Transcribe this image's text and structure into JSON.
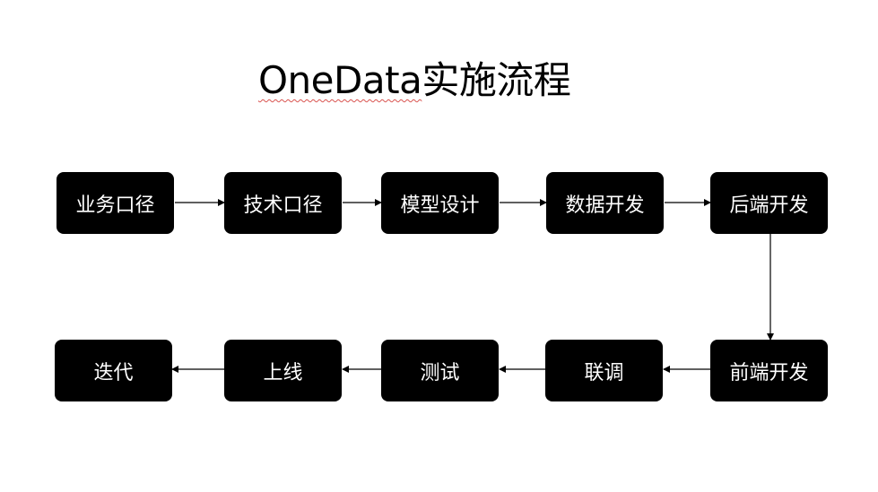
{
  "title": {
    "latin": "OneData",
    "cjk": "实施流程"
  },
  "steps": {
    "row1": [
      "业务口径",
      "技术口径",
      "模型设计",
      "数据开发",
      "后端开发"
    ],
    "row2": [
      "前端开发",
      "联调",
      "测试",
      "上线",
      "迭代"
    ]
  },
  "colors": {
    "box_fill": "#000000",
    "box_text": "#ffffff",
    "connector": "#000000",
    "spellcheck_underline": "#d9534f"
  }
}
